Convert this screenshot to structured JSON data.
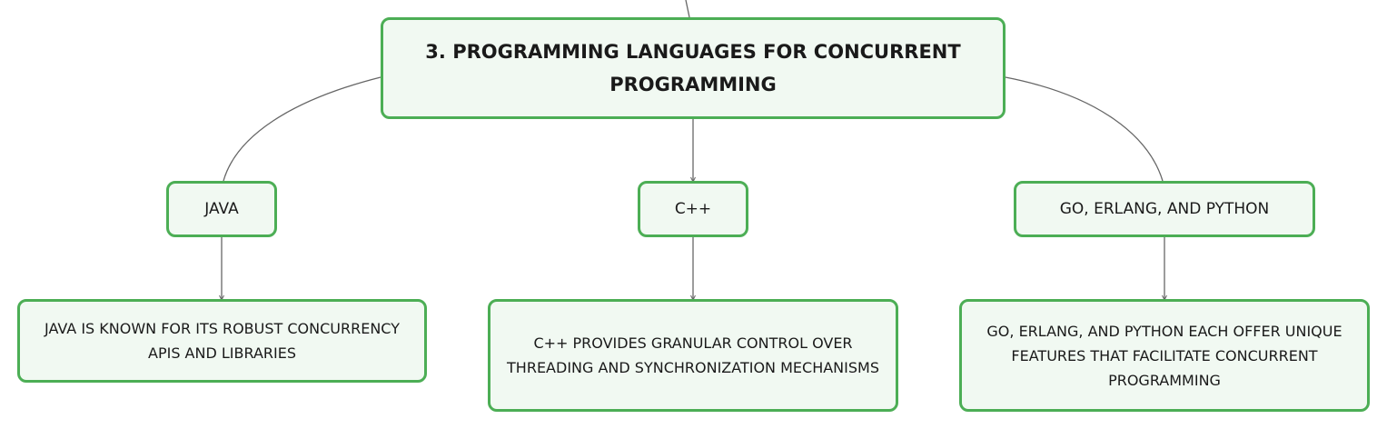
{
  "diagram": {
    "root": {
      "label": "3. PROGRAMMING LANGUAGES FOR CONCURRENT PROGRAMMING"
    },
    "branches": [
      {
        "id": "java",
        "label": "JAVA",
        "detail": "JAVA IS KNOWN FOR ITS ROBUST CONCURRENCY APIS AND LIBRARIES"
      },
      {
        "id": "cpp",
        "label": "C++",
        "detail": "C++ PROVIDES GRANULAR CONTROL OVER THREADING AND SYNCHRONIZATION MECHANISMS"
      },
      {
        "id": "others",
        "label": "GO, ERLANG, AND PYTHON",
        "detail": "GO, ERLANG, AND PYTHON EACH OFFER UNIQUE FEATURES THAT FACILITATE CONCURRENT PROGRAMMING"
      }
    ]
  },
  "colors": {
    "node_border": "#4cae55",
    "node_fill": "#f1f9f2",
    "connector": "#666666",
    "text": "#1a1a1a"
  }
}
